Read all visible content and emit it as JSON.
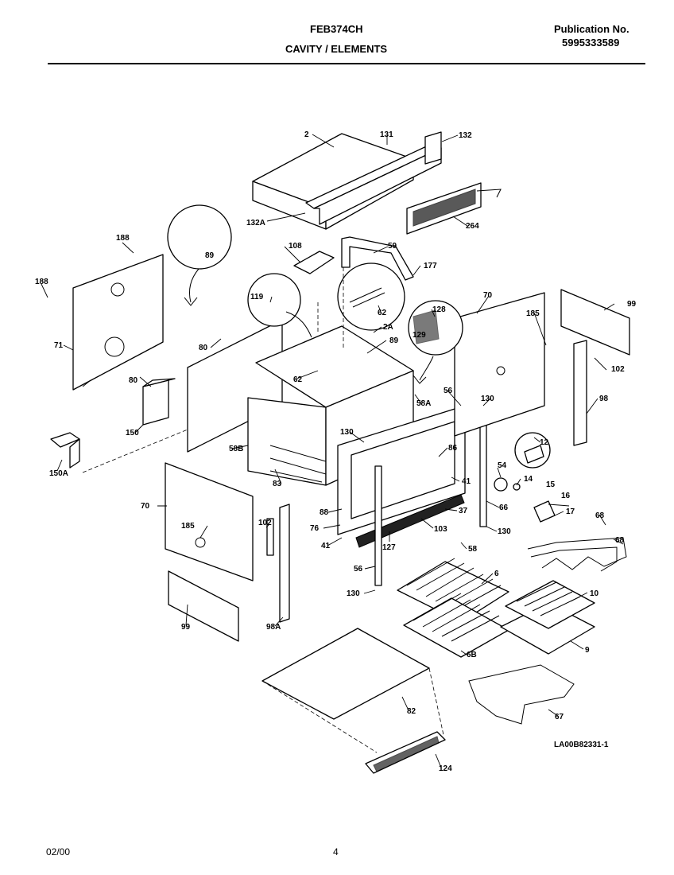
{
  "header": {
    "model": "FEB374CH",
    "section": "CAVITY / ELEMENTS",
    "publication_label": "Publication No.",
    "publication_number": "5995333589"
  },
  "diagram": {
    "reference": "LA00B82331-1",
    "callouts": {
      "c2": "2",
      "c131": "131",
      "c132": "132",
      "c132a": "132A",
      "c264": "264",
      "c188a": "188",
      "c188b": "188",
      "c71": "71",
      "c89a": "89",
      "c108": "108",
      "c59": "59",
      "c177": "177",
      "c119": "119",
      "c62a": "62",
      "c128": "128",
      "c129": "129",
      "c70a": "70",
      "c99": "99",
      "c185a": "185",
      "c102a": "102",
      "c80a": "80",
      "c80b": "80",
      "c2a": "2A",
      "c89b": "89",
      "c62b": "62",
      "c58a": "58A",
      "c56a": "56",
      "c130a": "130",
      "c98": "98",
      "c150": "150",
      "c58b": "58B",
      "c130b": "130",
      "c86a": "86",
      "c12": "12",
      "c150a": "150A",
      "c83": "83",
      "c41a": "41",
      "c54": "54",
      "c14": "14",
      "c15": "15",
      "c70b": "70",
      "c16": "16",
      "c88": "88",
      "c37": "37",
      "c66": "66",
      "c17": "17",
      "c68a": "68",
      "c102b": "102",
      "c185b": "185",
      "c76": "76",
      "c103": "103",
      "c130c": "130",
      "c68b": "68",
      "c41b": "41",
      "c127": "127",
      "c58c": "58",
      "c56b": "56",
      "c6": "6",
      "c130d": "130",
      "c10": "10",
      "c99b": "99",
      "c98a": "98A",
      "c6b": "6B",
      "c9": "9",
      "c82": "82",
      "c67": "67",
      "c124": "124"
    }
  },
  "footer": {
    "date": "02/00",
    "page": "4"
  }
}
